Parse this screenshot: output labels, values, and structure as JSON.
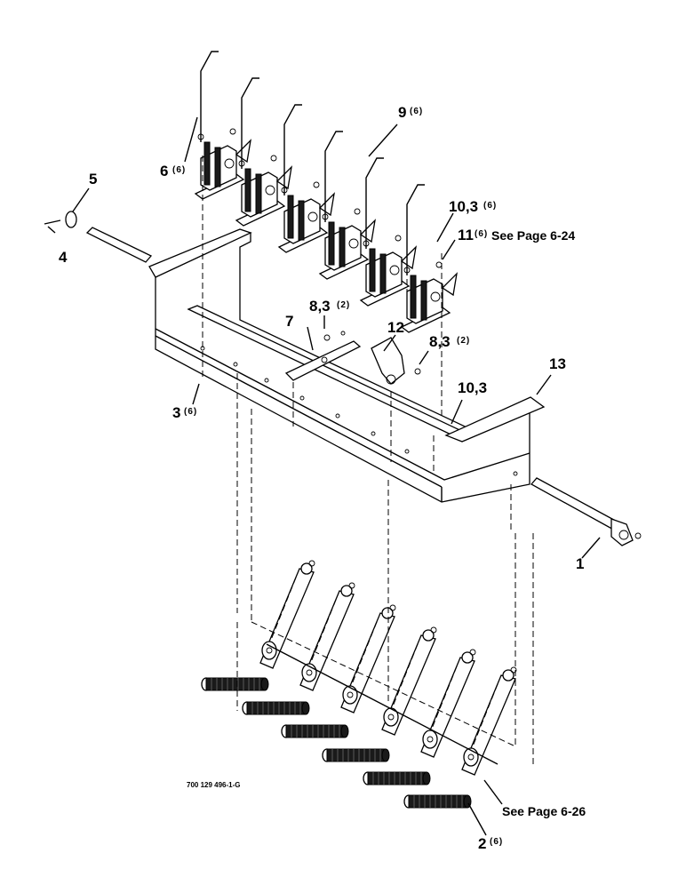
{
  "callouts": {
    "c1": "1",
    "c2": "2",
    "c2_qty": "(6)",
    "c3": "3",
    "c3_qty": "(6)",
    "c4": "4",
    "c5": "5",
    "c6": "6",
    "c6_qty": "(6)",
    "c7": "7",
    "c8a": "8,3",
    "c8a_qty": "(2)",
    "c8b": "8,3",
    "c8b_qty": "(2)",
    "c9": "9",
    "c9_qty": "(6)",
    "c10a": "10,3",
    "c10a_qty": "(6)",
    "c10b": "10,3",
    "c11": "11",
    "c11_qty": "(6)",
    "c11_ref": "See Page 6-24",
    "c12": "12",
    "c13": "13"
  },
  "see_page_bottom": "See Page 6-26",
  "drawing_number": "700 129 496-1-G"
}
